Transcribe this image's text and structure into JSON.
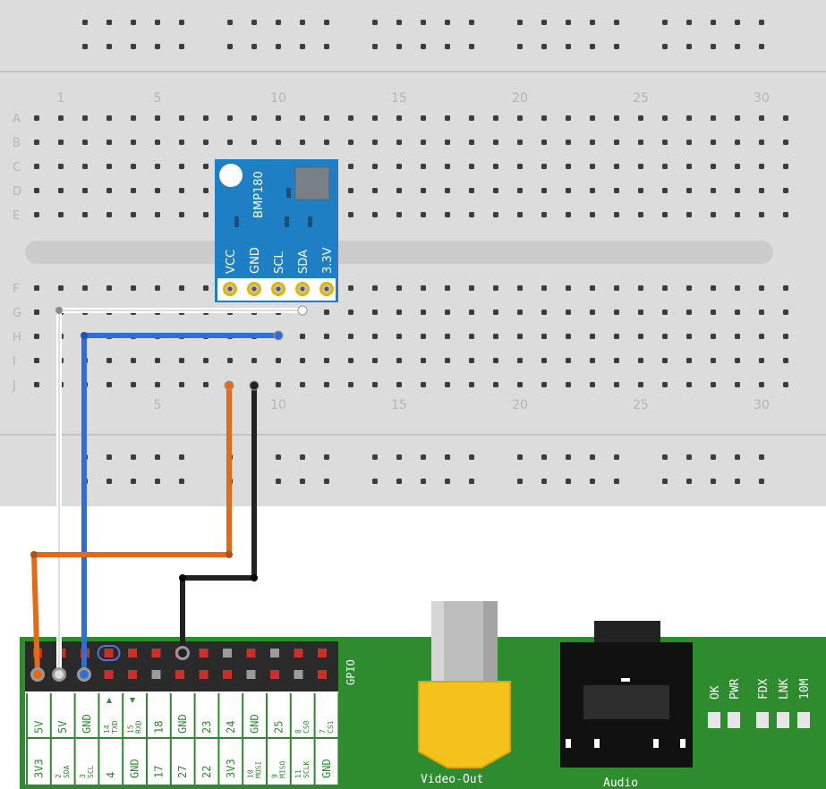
{
  "breadboard": {
    "row_labels": [
      "A",
      "B",
      "C",
      "D",
      "E",
      "F",
      "G",
      "H",
      "I",
      "J"
    ],
    "column_numbers_top": [
      "1",
      "5",
      "10",
      "15",
      "20",
      "25",
      "30"
    ],
    "column_numbers_bottom": [
      "5",
      "10",
      "15",
      "20",
      "25",
      "30"
    ]
  },
  "sensor": {
    "name": "BMP180",
    "pins": [
      "VCC",
      "GND",
      "SCL",
      "SDA",
      "3.3V"
    ],
    "color": "#1e7fc4"
  },
  "raspberry_pi": {
    "header_label": "GPIO",
    "pin1_marker": "1",
    "top_row": [
      {
        "main": "5V",
        "sub": ""
      },
      {
        "main": "5V",
        "sub": ""
      },
      {
        "main": "GND",
        "sub": ""
      },
      {
        "main": "TXD",
        "sub": "14"
      },
      {
        "main": "RXD",
        "sub": "15"
      },
      {
        "main": "18",
        "sub": ""
      },
      {
        "main": "GND",
        "sub": ""
      },
      {
        "main": "23",
        "sub": ""
      },
      {
        "main": "24",
        "sub": ""
      },
      {
        "main": "GND",
        "sub": ""
      },
      {
        "main": "25",
        "sub": ""
      },
      {
        "main": "CS0",
        "sub": "8"
      },
      {
        "main": "CS1",
        "sub": "7"
      }
    ],
    "bottom_row": [
      {
        "main": "3V3",
        "sub": ""
      },
      {
        "main": "SDA",
        "sub": "2"
      },
      {
        "main": "SCL",
        "sub": "3"
      },
      {
        "main": "4",
        "sub": ""
      },
      {
        "main": "GND",
        "sub": ""
      },
      {
        "main": "17",
        "sub": ""
      },
      {
        "main": "27",
        "sub": ""
      },
      {
        "main": "22",
        "sub": ""
      },
      {
        "main": "3V3",
        "sub": ""
      },
      {
        "main": "MOSI",
        "sub": "10"
      },
      {
        "main": "MISO",
        "sub": "9"
      },
      {
        "main": "SCLK",
        "sub": "11"
      },
      {
        "main": "GND",
        "sub": ""
      }
    ],
    "video_label": "Video-Out",
    "audio_label": "Audio",
    "leds": [
      "OK",
      "PWR",
      "FDX",
      "LNK",
      "10M"
    ],
    "board_color": "#2e8b2e"
  },
  "wire_colors": {
    "power": "#e46a17",
    "ground": "#222222",
    "scl": "#ffffff",
    "sda": "#2f6fd1"
  }
}
